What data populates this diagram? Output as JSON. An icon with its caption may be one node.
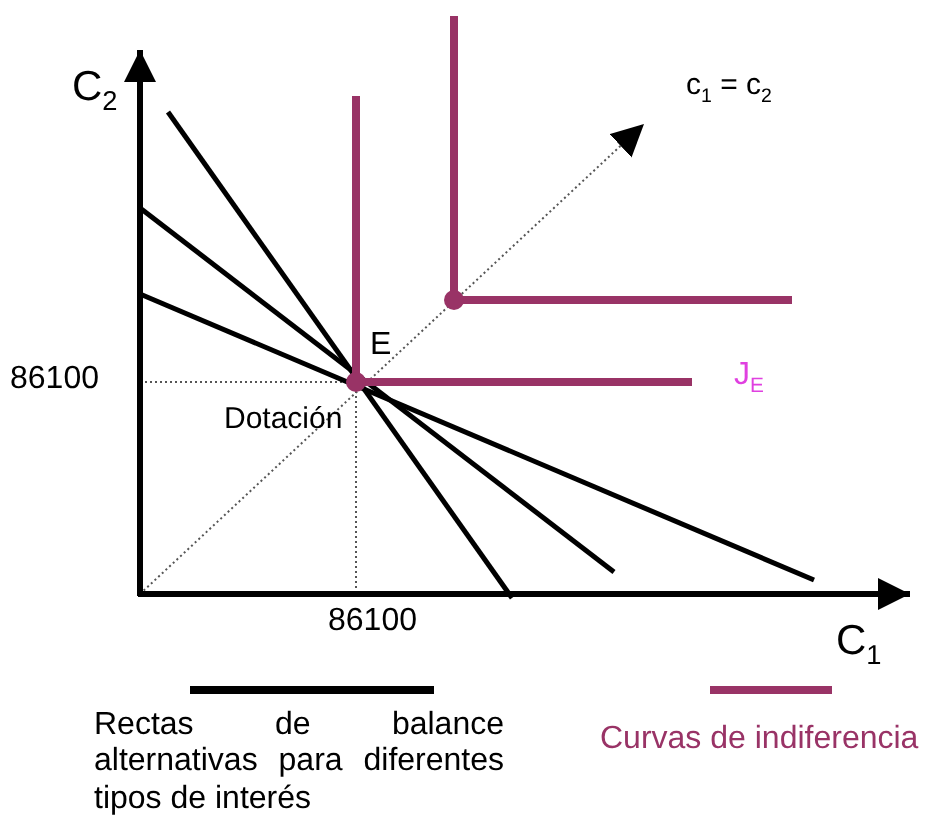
{
  "diagram": {
    "labels": [
      "C$_{2}$",
      "c$_{1}$ = c$_{2}$",
      "E",
      "86100",
      "J$_{E}$",
      "Dotación",
      "86100",
      "C$_{1}$"
    ],
    "legend": [
      {
        "text": "Rectas de balance alternativas para diferentes tipos de interés"
      },
      {
        "text": "Curvas de indiferencia"
      }
    ]
  }
}
